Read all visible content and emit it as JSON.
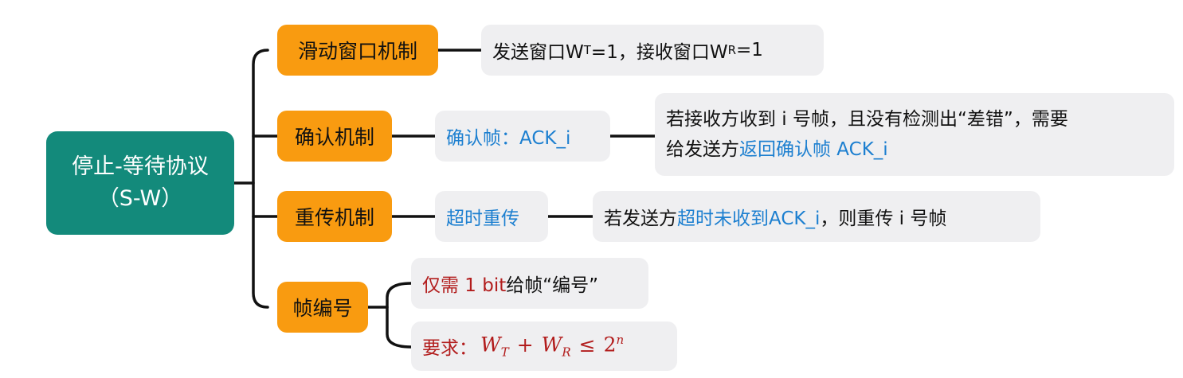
{
  "root": {
    "title": "停止-等待协议",
    "subtitle": "（S-W）"
  },
  "branches": {
    "sliding_window": {
      "label": "滑动窗口机制",
      "detail": {
        "p1": "发送窗口W",
        "sub1": "T",
        "p2": "=1，接收窗口W",
        "sub2": "R",
        "p3": "=1"
      }
    },
    "ack": {
      "label": "确认机制",
      "frame": "确认帧：ACK_i",
      "detail": {
        "line1": "若接收方收到 i 号帧，且没有检测出“差错”，需要",
        "line2_plain": "给发送方",
        "line2_blue": "返回确认帧 ACK_i"
      }
    },
    "retransmit": {
      "label": "重传机制",
      "mode": "超时重传",
      "detail": {
        "p1": "若发送方",
        "p2_blue": "超时未收到ACK_i",
        "p3": "，则重传 i 号帧"
      }
    },
    "numbering": {
      "label": "帧编号",
      "bits": {
        "p1_red": "仅需 1 bit",
        "p2": " 给帧“编号”"
      },
      "requirement": {
        "prefix": "要求：",
        "w": "W",
        "sub_t": "T",
        "plus": "+",
        "sub_r": "R",
        "leq": "≤",
        "base": "2",
        "exp": "n"
      }
    }
  },
  "colors": {
    "root_bg": "#138a7b",
    "branch_bg": "#f99b10",
    "leaf_bg": "#efeff1",
    "blue": "#1c7fd0",
    "red": "#b21c1c"
  }
}
